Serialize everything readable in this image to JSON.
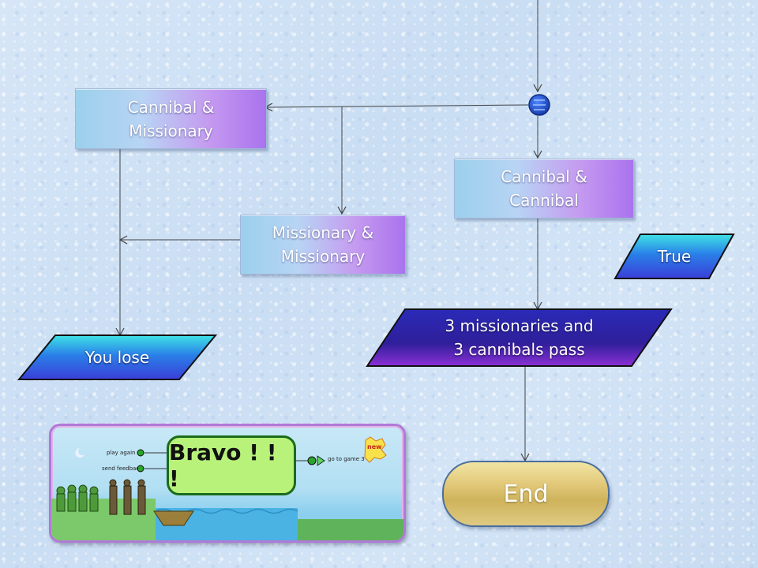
{
  "nodes": {
    "cannibal_missionary": "Cannibal &\nMissionary",
    "cannibal_cannibal": "Cannibal &\nCannibal",
    "missionary_missionary": "Missionary &\nMissionary",
    "true": "True",
    "pass": "3 missionaries and\n3 cannibals pass",
    "lose": "You lose",
    "end": "End"
  },
  "game": {
    "bravo": "Bravo ! ! !",
    "play_again": "play again",
    "send_feedback": "send feedback",
    "go_to_game": "go to game 3",
    "new_badge": "new"
  },
  "colors": {
    "box_gradient": [
      "#9bd0ec",
      "#c59af0"
    ],
    "end_fill": "#e2c97a",
    "end_border": "#4a6e9a",
    "connector": "#1d4fa8"
  }
}
